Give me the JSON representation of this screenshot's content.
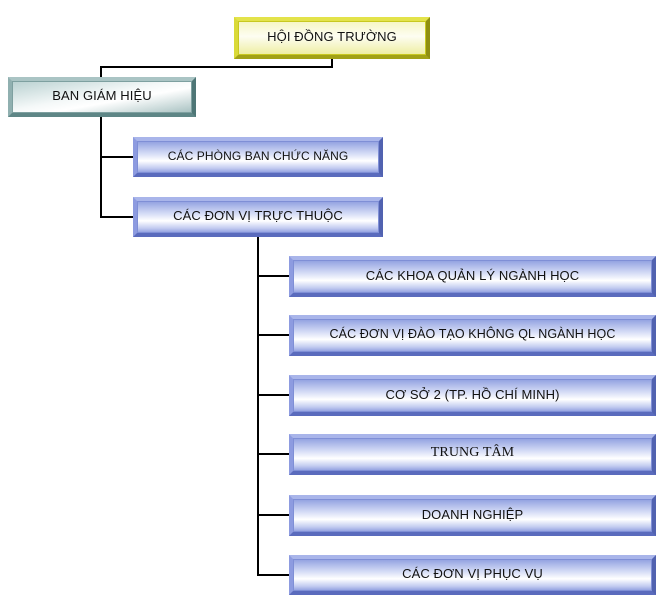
{
  "diagram": {
    "type": "org-chart",
    "root": {
      "label": "HỘI ĐỒNG TRƯỜNG",
      "color": "#e3e34a"
    },
    "board": {
      "label": "BAN GIÁM HIỆU",
      "color": "#7ea0a0"
    },
    "level2": [
      {
        "label": "CÁC PHÒNG BAN CHỨC NĂNG"
      },
      {
        "label": "CÁC ĐƠN VỊ TRỰC THUỘC"
      }
    ],
    "level3": [
      {
        "label": "CÁC KHOA QUẢN LÝ NGÀNH HỌC"
      },
      {
        "label": "CÁC ĐƠN VỊ ĐÀO TẠO KHÔNG QL NGÀNH HỌC"
      },
      {
        "label": "CƠ SỞ 2 (TP. HỒ CHÍ MINH)"
      },
      {
        "label": "TRUNG TÂM"
      },
      {
        "label": "DOANH NGHIỆP"
      },
      {
        "label": "CÁC ĐƠN VỊ PHỤC VỤ"
      }
    ],
    "unit_color": "#7f8fd6",
    "connector_color": "#000000"
  }
}
